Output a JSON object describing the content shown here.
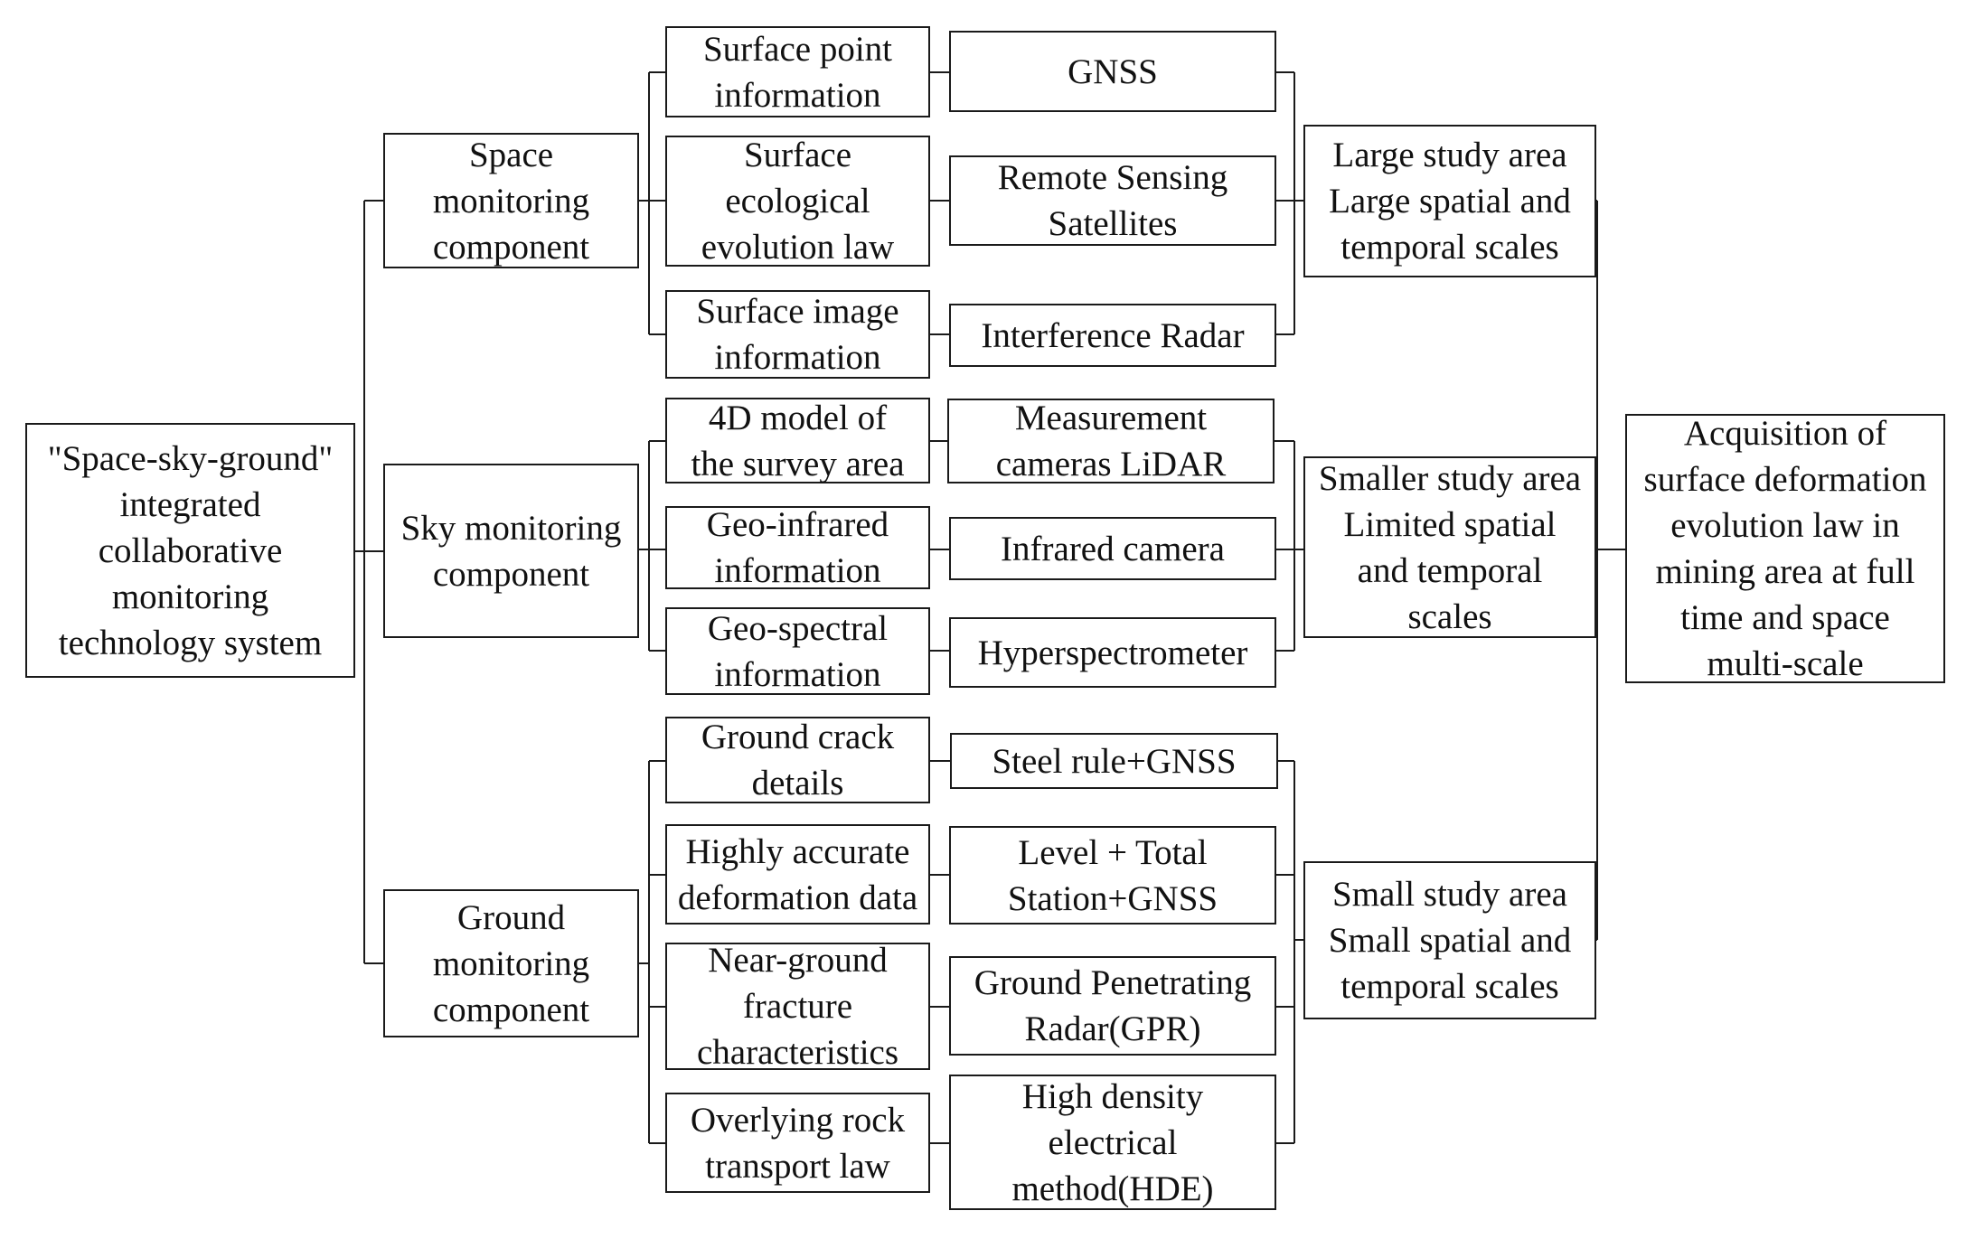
{
  "diagram": {
    "root": {
      "lines": [
        "\"Space-sky-ground\"",
        "integrated",
        "collaborative",
        "monitoring",
        "technology system"
      ]
    },
    "components": [
      {
        "lines": [
          "Space",
          "monitoring",
          "component"
        ]
      },
      {
        "lines": [
          "Sky monitoring",
          "component"
        ]
      },
      {
        "lines": [
          "Ground",
          "monitoring",
          "component"
        ]
      }
    ],
    "information": [
      {
        "lines": [
          "Surface point",
          "information"
        ]
      },
      {
        "lines": [
          "Surface",
          "ecological",
          "evolution law"
        ]
      },
      {
        "lines": [
          "Surface image",
          "information"
        ]
      },
      {
        "lines": [
          "4D model of",
          "the survey area"
        ]
      },
      {
        "lines": [
          "Geo-infrared",
          "information"
        ]
      },
      {
        "lines": [
          "Geo-spectral",
          "information"
        ]
      },
      {
        "lines": [
          "Ground crack",
          "details"
        ]
      },
      {
        "lines": [
          "Highly accurate",
          "deformation data"
        ]
      },
      {
        "lines": [
          "Near-ground",
          "fracture",
          "characteristics"
        ]
      },
      {
        "lines": [
          "Overlying rock",
          "transport law"
        ]
      }
    ],
    "methods": [
      {
        "lines": [
          "GNSS"
        ]
      },
      {
        "lines": [
          "Remote Sensing",
          "Satellites"
        ]
      },
      {
        "lines": [
          "Interference Radar"
        ]
      },
      {
        "lines": [
          "Measurement",
          "cameras LiDAR"
        ]
      },
      {
        "lines": [
          "Infrared camera"
        ]
      },
      {
        "lines": [
          "Hyperspectrometer"
        ]
      },
      {
        "lines": [
          "Steel rule+GNSS"
        ]
      },
      {
        "lines": [
          "Level + Total",
          "Station+GNSS"
        ]
      },
      {
        "lines": [
          "Ground Penetrating",
          "Radar(GPR)"
        ]
      },
      {
        "lines": [
          "High density",
          "electrical",
          "method(HDE)"
        ]
      }
    ],
    "scales": [
      {
        "lines": [
          "Large study area",
          "Large spatial and",
          "temporal scales"
        ]
      },
      {
        "lines": [
          "Smaller study area",
          "Limited spatial",
          "and temporal",
          "scales"
        ]
      },
      {
        "lines": [
          "Small study area",
          "Small spatial and",
          "temporal scales"
        ]
      }
    ],
    "result": {
      "lines": [
        "Acquisition of",
        "surface deformation",
        "evolution law in",
        "mining area at full",
        "time and space",
        "multi-scale"
      ]
    }
  }
}
